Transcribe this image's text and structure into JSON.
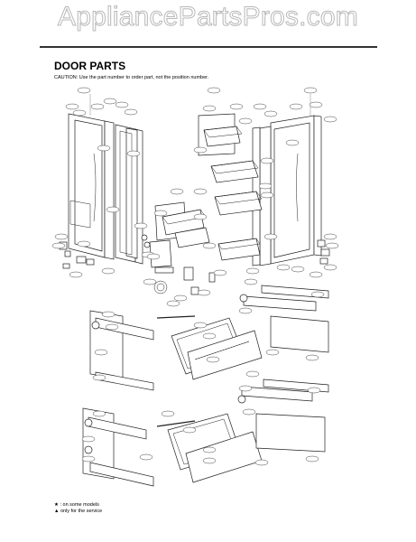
{
  "watermark": "AppliancePartsPros.com",
  "title": "DOOR PARTS",
  "caution": "CAUTION: Use the part number to order part, not the position number.",
  "notes": [
    "★ : on some models",
    "▲ only for the service"
  ],
  "colors": {
    "line": "#222222",
    "watermark_stroke": "#b9b9b9",
    "rule": "#333333"
  }
}
